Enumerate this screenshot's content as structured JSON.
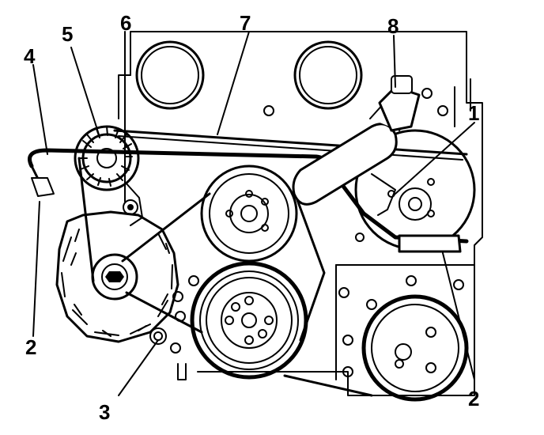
{
  "callouts": [
    {
      "id": "c1",
      "text": "1"
    },
    {
      "id": "c2a",
      "text": "2"
    },
    {
      "id": "c2b",
      "text": "2"
    },
    {
      "id": "c3",
      "text": "3"
    },
    {
      "id": "c4",
      "text": "4"
    },
    {
      "id": "c5",
      "text": "5"
    },
    {
      "id": "c6",
      "text": "6"
    },
    {
      "id": "c7",
      "text": "7"
    },
    {
      "id": "c8",
      "text": "8"
    }
  ],
  "colors": {
    "ink": "#000000",
    "paper": "#ffffff"
  }
}
